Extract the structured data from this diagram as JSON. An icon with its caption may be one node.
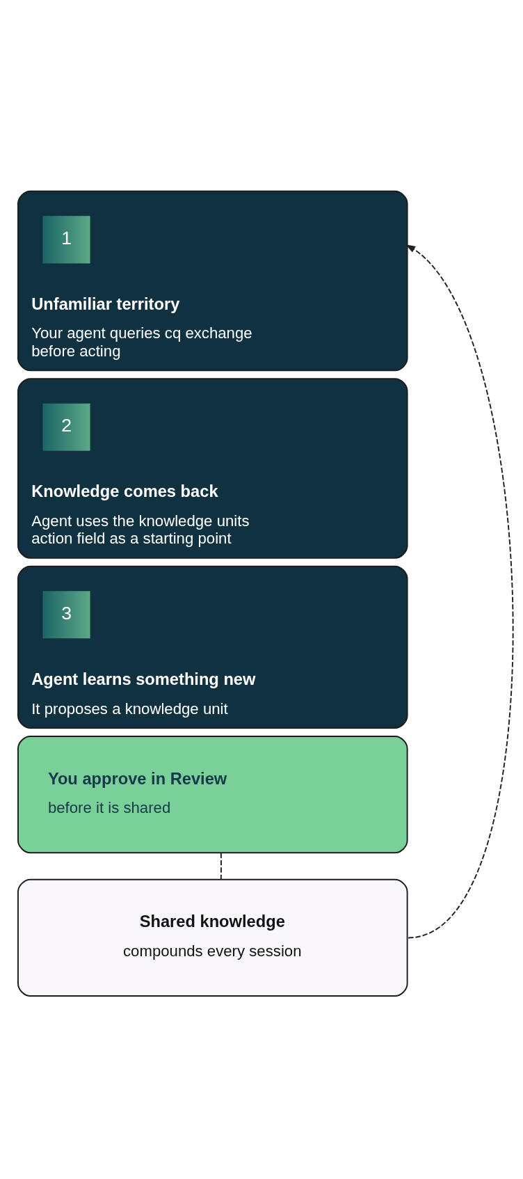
{
  "diagram": {
    "nodes": [
      {
        "text": [
          "Unfamiliar territory",
          "Your agent queries cq exchange before acting"
        ]
      },
      {
        "text": [
          "1"
        ],
        "in": 0
      },
      {
        "text": [
          "Knowledge comes back",
          "Agent uses the knowledge units action field as a starting point"
        ]
      },
      {
        "text": [
          "2"
        ],
        "in": 2
      },
      {
        "text": [
          "Agent learns something new",
          "It proposes a knowledge unit"
        ]
      },
      {
        "text": [
          "3"
        ],
        "in": 4
      },
      {
        "text": [
          "You approve in Review",
          "before it is shared"
        ]
      },
      {
        "text": [
          "Shared knowledge",
          "compounds every session"
        ]
      }
    ],
    "edges": [
      {
        "from": 6,
        "to": 7,
        "arrow": "none",
        "style": "dashed"
      },
      {
        "from": 7,
        "to": 0,
        "arrow": "to",
        "style": "dashed"
      }
    ]
  }
}
